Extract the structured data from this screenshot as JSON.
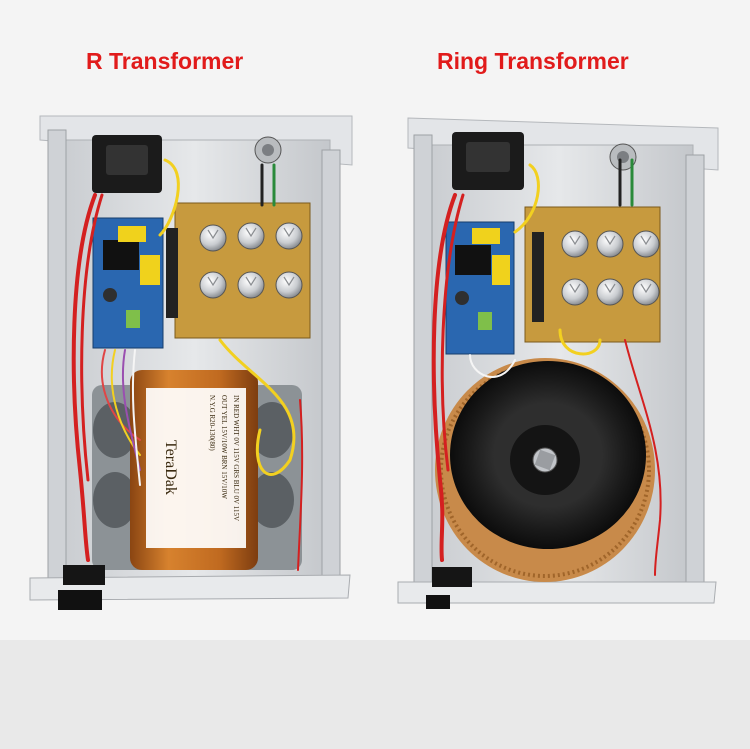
{
  "labels": {
    "left_title": "R Transformer",
    "right_title": "Ring Transformer"
  },
  "transformer_label": {
    "brand": "TeraDak",
    "line1": "IN RED WHT 0V 115V GRS BLU 0V 115V",
    "line2": "OUT YEL 15V/10W   BRN 15V/10W",
    "line3": "N.Y.G   R20-130(80)"
  },
  "colors": {
    "case": "#d9dcdf",
    "pcb_blue": "#2a67b0",
    "pcb_gold": "#c79a3e",
    "copper": "#b8661f",
    "wire_red": "#d42020",
    "wire_yellow": "#f2d020",
    "title_red": "#e11b1b"
  },
  "icons": [
    "iec-power-socket",
    "ground-post",
    "power-switch",
    "electrolytic-capacitor",
    "toroidal-transformer",
    "r-core-transformer"
  ]
}
